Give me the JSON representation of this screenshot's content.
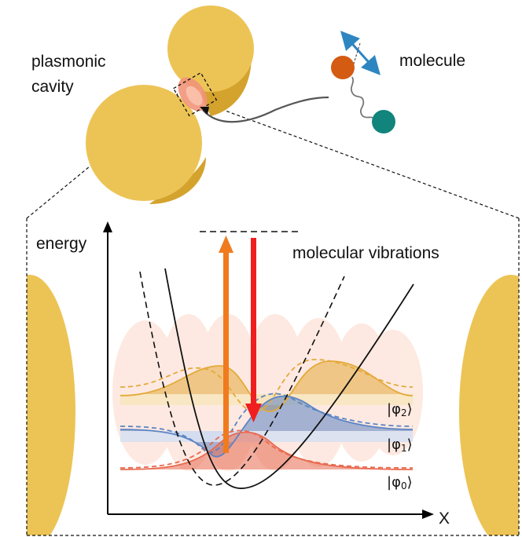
{
  "labels": {
    "plasmonic_line1": "plasmonic",
    "plasmonic_line2": "cavity",
    "molecule": "molecule",
    "energy": "energy",
    "molecular_vibrations": "molecular vibrations",
    "x_axis": "X"
  },
  "states": [
    {
      "prefix": "|φ",
      "sub": "2",
      "suffix": "⟩"
    },
    {
      "prefix": "|φ",
      "sub": "1",
      "suffix": "⟩"
    },
    {
      "prefix": "|φ",
      "sub": "0",
      "suffix": "⟩"
    }
  ],
  "colors": {
    "gold": "#ECC456",
    "gold_dark": "#D4A32E",
    "cavity_glow": "#F2937A",
    "atom_orange": "#D35B12",
    "atom_teal": "#11847C",
    "vibration_arrow": "#2E86C1",
    "excitation_arrow": "#F07B1E",
    "emission_arrow": "#F01E1E",
    "state_0": "#E86A50",
    "state_1": "#5B84C4",
    "state_2": "#E3AA3A",
    "background_blob": "#FDE6DC"
  }
}
